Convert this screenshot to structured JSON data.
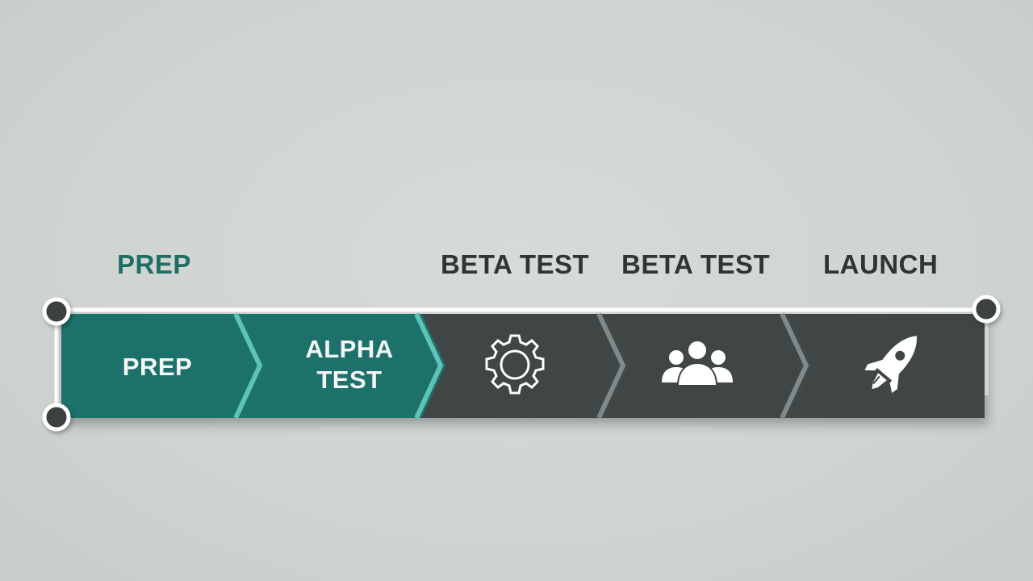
{
  "phase_labels": {
    "prep": "PREP",
    "beta_test_1": "BETA TEST",
    "beta_test_2": "BETA TEST",
    "launch": "LAUNCH"
  },
  "segments": {
    "prep": {
      "label": "PREP"
    },
    "alpha": {
      "line1": "ALPHA",
      "line2": "TEST"
    },
    "beta_1": {
      "icon": "gear-icon"
    },
    "beta_2": {
      "icon": "users-group-icon"
    },
    "launch": {
      "icon": "rocket-icon"
    }
  },
  "colors": {
    "background": "#d2d7d5",
    "teal": "#1c716a",
    "teal_edge": "#5ec2b6",
    "dark": "#3f4444",
    "dark_edge": "#7e8a89",
    "white": "#ffffff",
    "label_teal": "#1f6e66",
    "label_dark": "#2f3434"
  }
}
